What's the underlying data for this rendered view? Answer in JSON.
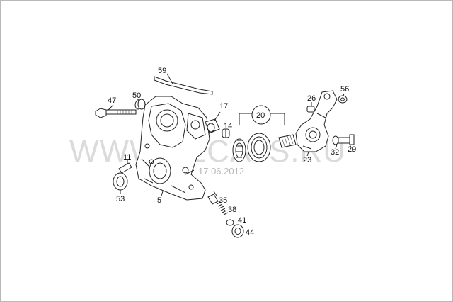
{
  "watermark": {
    "site": "WWW.ELCATS.RU",
    "date": "17.06.2012"
  },
  "callouts": [
    {
      "id": "label-59",
      "text": "59"
    },
    {
      "id": "label-47",
      "text": "47"
    },
    {
      "id": "label-50",
      "text": "50"
    },
    {
      "id": "label-17",
      "text": "17"
    },
    {
      "id": "label-14",
      "text": "14"
    },
    {
      "id": "label-20",
      "text": "20"
    },
    {
      "id": "label-26",
      "text": "26"
    },
    {
      "id": "label-56",
      "text": "56"
    },
    {
      "id": "label-11",
      "text": "11"
    },
    {
      "id": "label-53",
      "text": "53"
    },
    {
      "id": "label-5",
      "text": "5"
    },
    {
      "id": "label-35",
      "text": "35"
    },
    {
      "id": "label-38",
      "text": "38"
    },
    {
      "id": "label-41",
      "text": "41"
    },
    {
      "id": "label-44",
      "text": "44"
    },
    {
      "id": "label-23",
      "text": "23"
    },
    {
      "id": "label-32",
      "text": "32"
    },
    {
      "id": "label-29",
      "text": "29"
    }
  ]
}
